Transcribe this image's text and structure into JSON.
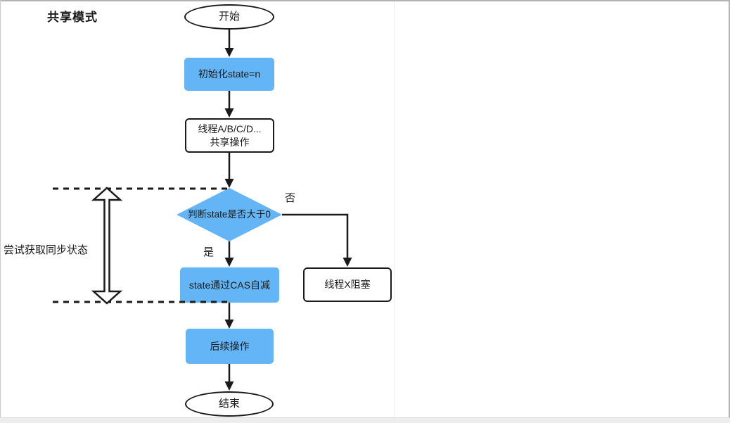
{
  "page": {
    "title": "共享模式"
  },
  "colors": {
    "node_blue": "#64B5F6",
    "line": "#1a1a1a"
  },
  "flowchart": {
    "nodes": {
      "start": {
        "type": "terminator",
        "label": "开始"
      },
      "init": {
        "type": "process-blue",
        "label": "初始化state=n"
      },
      "threads": {
        "type": "process-white",
        "line1": "线程A/B/C/D...",
        "line2": "共享操作"
      },
      "decision": {
        "type": "decision",
        "label": "判断state是否大于0"
      },
      "cas": {
        "type": "process-blue",
        "label": "state通过CAS自减"
      },
      "block": {
        "type": "process-white",
        "label": "线程X阻塞"
      },
      "next": {
        "type": "process-blue",
        "label": "后续操作"
      },
      "end": {
        "type": "terminator",
        "label": "结束"
      }
    },
    "edges": {
      "yes_label": "是",
      "no_label": "否"
    },
    "annotation": {
      "label": "尝试获取同步状态"
    }
  }
}
